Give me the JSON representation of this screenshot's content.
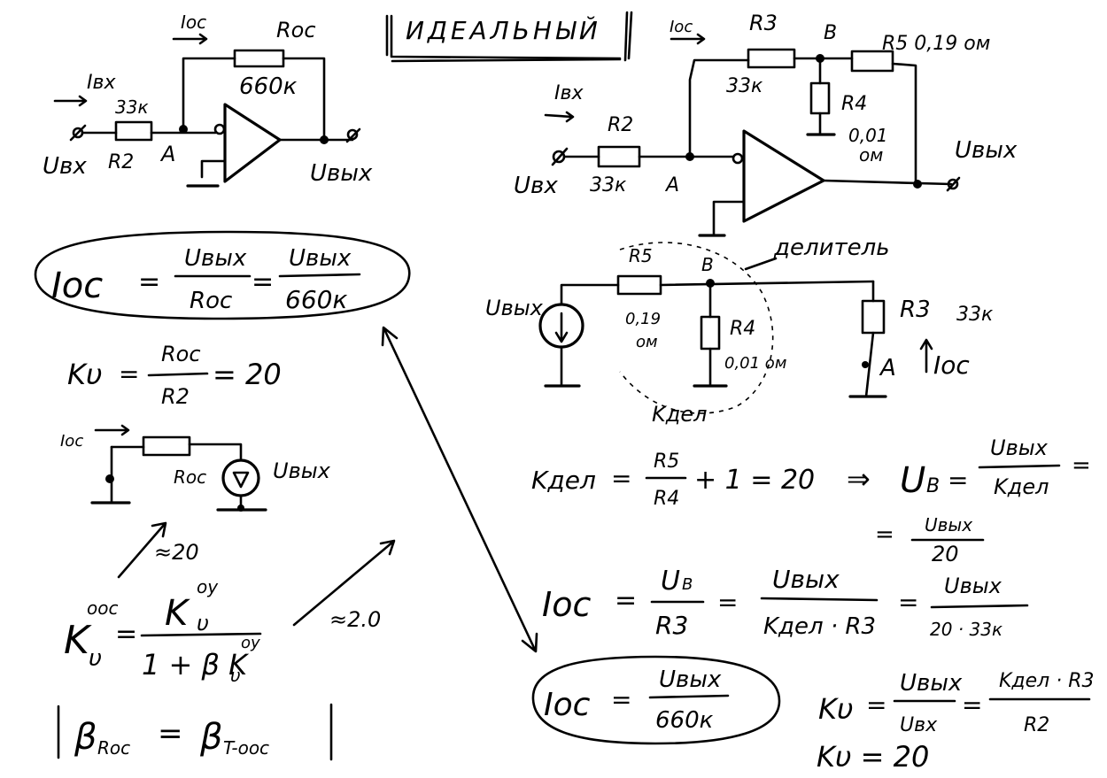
{
  "title": "ИДЕАЛЬНЫЙ",
  "left_circuit": {
    "i_oc": "Iос",
    "r_oc": "Rос",
    "r_oc_value": "660к",
    "i_in": "Iвх",
    "r2_value": "33к",
    "r2": "R2",
    "u_in": "Uвх",
    "node_a": "A",
    "u_out": "Uвых"
  },
  "right_circuit": {
    "i_oc": "Iос",
    "r3": "R3",
    "node_b": "B",
    "r5_label": "R5 0,19 ом",
    "r3_value": "33к",
    "r4": "R4",
    "r4_value_1": "0,01",
    "r4_value_2": "ом",
    "u_out": "Uвых",
    "i_in": "Iвх",
    "r2": "R2",
    "u_in": "Uвх",
    "r2_value": "33к",
    "node_a": "A"
  },
  "divider": {
    "label": "делитель",
    "r5": "R5",
    "node_b": "B",
    "u_out": "Uвых",
    "r5_value_1": "0,19",
    "r5_value_2": "ом",
    "r4": "R4",
    "r4_value": "0,01 ом",
    "r3": "R3",
    "r3_value": "33к",
    "node_a": "A",
    "i_oc": "Iос",
    "k_del": "Kдел"
  },
  "small_circuit": {
    "i_oc": "Iос",
    "r_oc": "Rос",
    "u_out": "Uвых"
  },
  "equations": {
    "eq1": {
      "lhs": "Iос",
      "n1": "Uвых",
      "d1": "Rос",
      "n2": "Uвых",
      "d2": "660к"
    },
    "eq2": {
      "lhs": "Kυ",
      "num": "Rос",
      "den": "R2",
      "result": "= 20"
    },
    "eq3": {
      "lhs": "K",
      "lhs_sup": "оос",
      "lhs_sub": "υ",
      "num": "K",
      "num_sup": "оу",
      "num_sub": "υ",
      "den": "1 + β K",
      "den_sup": "оу",
      "den_sub": "υ"
    },
    "approx1": "≈20",
    "approx2": "≈2.0",
    "eq4": {
      "left": "β",
      "left_sub": "Rос",
      "eq": "=",
      "right": "β",
      "right_sub": "T-оос"
    },
    "eq5": {
      "lhs": "Kдел",
      "num": "R5",
      "den": "R4",
      "rest": "+ 1 = 20",
      "implies": "⇒",
      "ub": "U",
      "ub_sub": "B",
      "num2": "Uвых",
      "den2": "Kдел",
      "tail": "="
    },
    "eq5b": {
      "num": "Uвых",
      "den": "20"
    },
    "eq6": {
      "lhs": "Iос",
      "n1": "U",
      "n1_sub": "B",
      "d1": "R3",
      "n2": "Uвых",
      "d2": "Kдел · R3",
      "n3": "Uвых",
      "d3": "20 · 33к"
    },
    "eq7": {
      "lhs": "Iос",
      "num": "Uвых",
      "den": "660к"
    },
    "eq8": {
      "lhs": "Kυ",
      "n1": "Uвых",
      "d1": "Uвх",
      "n2": "Kдел · R3",
      "d2": "R2"
    },
    "eq9": "Kυ = 20"
  }
}
